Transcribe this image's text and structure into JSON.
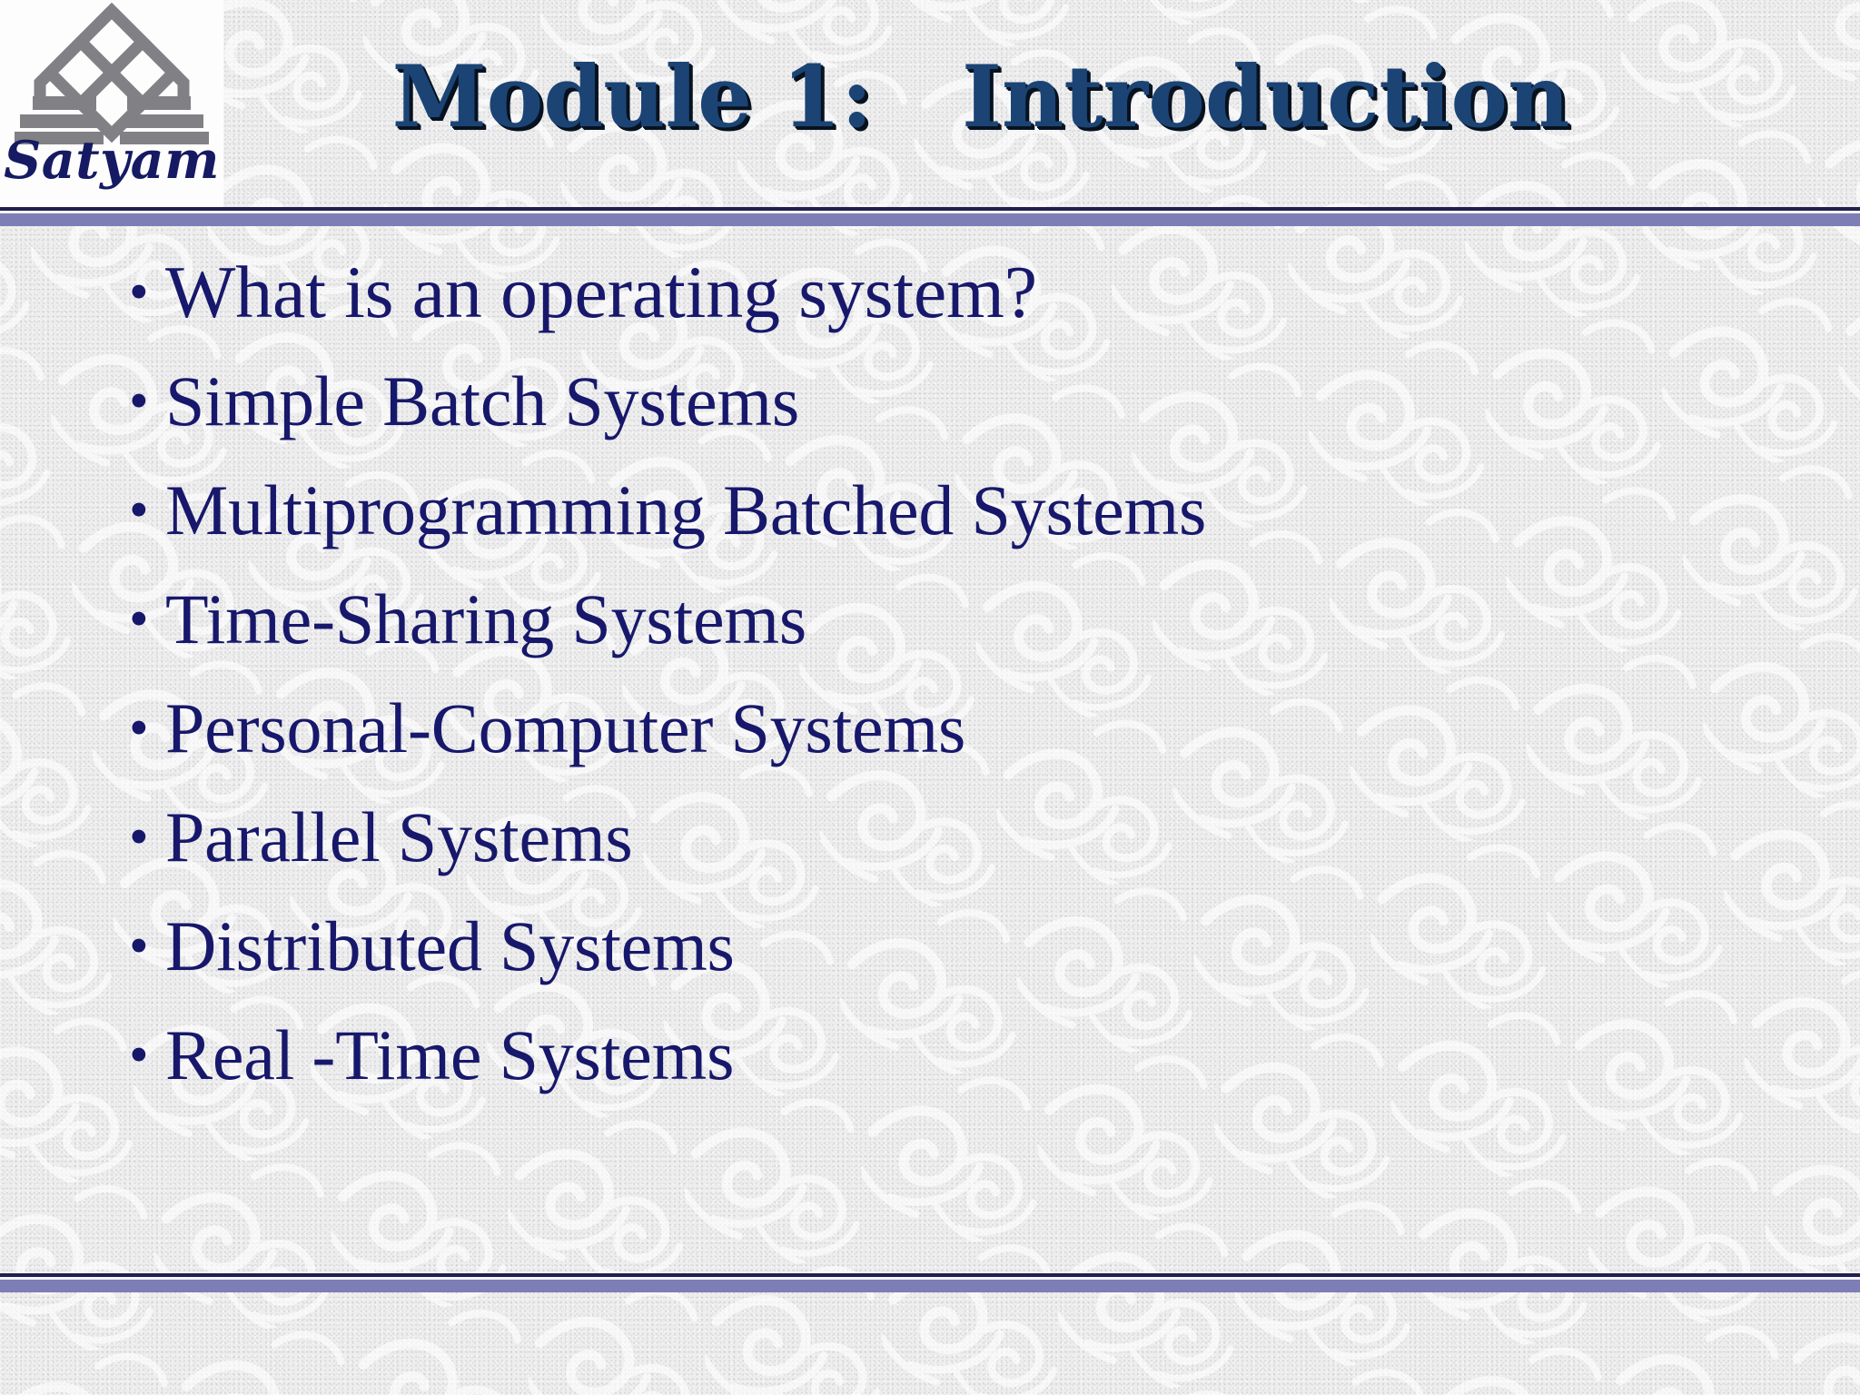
{
  "slide": {
    "title": "Module 1:   Introduction",
    "logo": {
      "wordmark": "Satyam",
      "mark_name": "satyam-pyramid-lattice-logo"
    },
    "bullets": [
      {
        "marker": "•",
        "text": "What is an operating system?"
      },
      {
        "marker": "•",
        "text": "Simple Batch Systems"
      },
      {
        "marker": "•",
        "text": "Multiprogramming Batched Systems"
      },
      {
        "marker": "•",
        "text": "Time-Sharing Systems"
      },
      {
        "marker": "•",
        "text": "Personal-Computer Systems"
      },
      {
        "marker": "•",
        "text": "Parallel Systems"
      },
      {
        "marker": "•",
        "text": "Distributed Systems"
      },
      {
        "marker": "•",
        "text": "Real -Time Systems"
      }
    ],
    "colors": {
      "title_text": "#1b4475",
      "title_shadow": "#0b1830",
      "body_text": "#17186b",
      "logo_word": "#151a63",
      "logo_mark": "#808085",
      "rule_thin": "#201f4e",
      "rule_thick": "#7d7eb5",
      "background": "#ededee",
      "logo_panel": "#fdfdfd"
    }
  }
}
